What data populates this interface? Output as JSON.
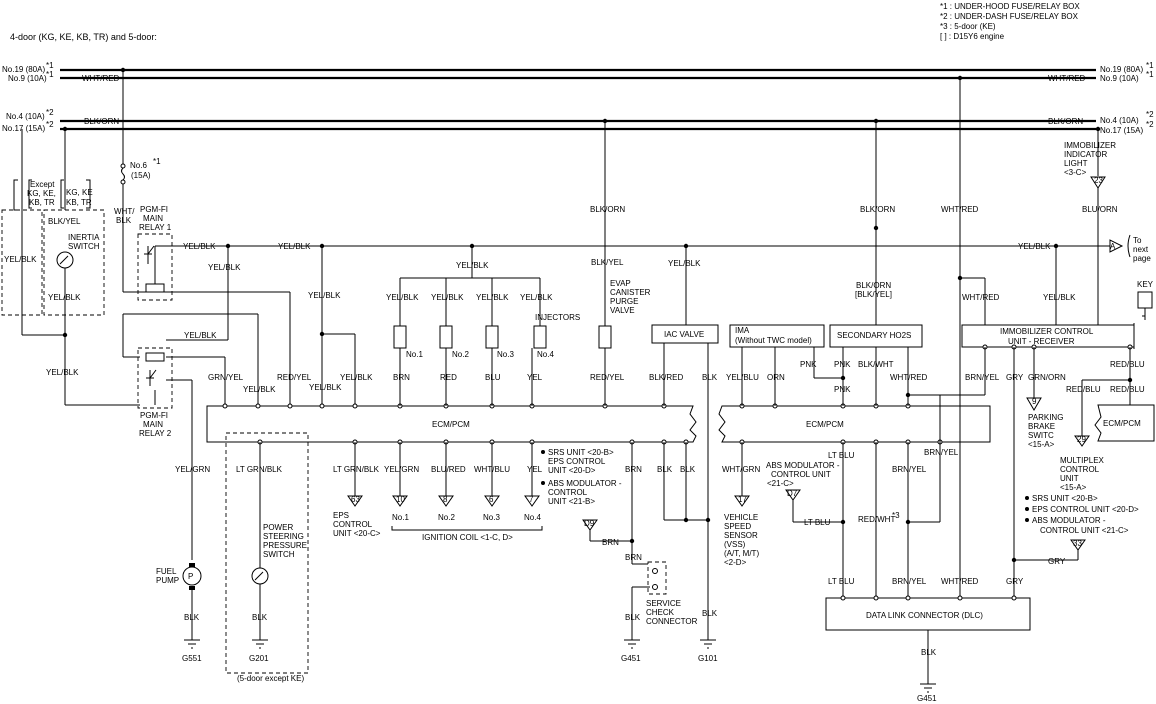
{
  "header": {
    "variant": "4-door (KG, KE, KB, TR) and 5-door:",
    "legend": [
      "*1    : UNDER-HOOD FUSE/RELAY BOX",
      "*2    : UNDER-DASH FUSE/RELAY BOX",
      "*3    : 5-door (KE)",
      "[    ] : D15Y6 engine"
    ]
  },
  "fuses": {
    "no19": "No.19 (80A)",
    "no9": "No.9 (10A)",
    "no4": "No.4 (10A)",
    "no17": "No.17 (15A)",
    "no6": "No.6",
    "no6_rating": "(15A)",
    "mark1": "*1",
    "mark2": "*2"
  },
  "wires": {
    "wht_red": "WHT/RED",
    "blk_orn": "BLK/ORN",
    "yel_blk": "YEL/BLK",
    "blk_yel": "BLK/YEL",
    "blk_yel_alt": "[BLK/YEL]",
    "wht": "WHT/",
    "blk": "BLK",
    "blu_orn": "BLU/ORN",
    "brn": "BRN",
    "red": "RED",
    "blu": "BLU",
    "yel": "YEL",
    "red_yel": "RED/YEL",
    "blk_red": "BLK/RED",
    "yel_blu": "YEL/BLU",
    "orn": "ORN",
    "pnk": "PNK",
    "blk_wht": "BLK/WHT",
    "brn_yel": "BRN/YEL",
    "gry": "GRY",
    "grn_orn": "GRN/ORN",
    "red_blu": "RED/BLU",
    "grn_yel": "GRN/YEL",
    "yel_grn": "YEL/GRN",
    "lt_grn_blk": "LT GRN/BLK",
    "yel_grn2": "YEL/GRN",
    "blu_red": "BLU/RED",
    "wht_blu": "WHT/BLU",
    "wht_grn": "WHT/GRN",
    "lt_blu": "LT BLU",
    "red_wht": "RED/WHT",
    "mark3": "*3"
  },
  "components": {
    "except": "Except",
    "except_models": "KG, KE,",
    "except_models2": "KB, TR",
    "models": "KG, KE",
    "models2": "KB, TR",
    "inertia": "INERTIA",
    "inertia2": "SWITCH",
    "relay1": "PGM-FI",
    "relay1_b": "MAIN",
    "relay1_c": "RELAY 1",
    "relay2": "PGM-FI",
    "relay2_b": "MAIN",
    "relay2_c": "RELAY 2",
    "injectors": "INJECTORS",
    "inj1": "No.1",
    "inj2": "No.2",
    "inj3": "No.3",
    "inj4": "No.4",
    "evap": "EVAP",
    "evap2": "CANISTER",
    "evap3": "PURGE",
    "evap4": "VALVE",
    "iac": "IAC VALVE",
    "ima": "IMA",
    "ima2": "(Without TWC model)",
    "ho2s": "SECONDARY HO2S",
    "immo_unit": "IMMOBILIZER CONTROL",
    "immo_unit2": "UNIT - RECEIVER",
    "immo_light": "IMMOBILIZER",
    "immo_light2": "INDICATOR",
    "immo_light3": "LIGHT",
    "immo_light4": "<3-C>",
    "key": "KEY",
    "to_next": "To",
    "to_next2": "next",
    "to_next3": "page",
    "ecm1": "ECM/PCM",
    "ecm2": "ECM/PCM",
    "ecm3": "ECM/PCM",
    "fuel_pump": "FUEL",
    "fuel_pump2": "PUMP",
    "ps_switch": "POWER",
    "ps_switch2": "STEERING",
    "ps_switch3": "PRESSURE",
    "ps_switch4": "SWITCH",
    "five_door": "(5-door except KE)",
    "eps": "EPS",
    "eps2": "CONTROL",
    "eps3": "UNIT <20-C>",
    "coil1": "No.1",
    "coil2": "No.2",
    "coil3": "No.3",
    "coil4": "No.4",
    "ignition": "IGNITION COIL <1-C, D>",
    "srs_list_a1": "SRS UNIT <20-B>",
    "srs_list_a2": "EPS CONTROL",
    "srs_list_a3": "UNIT <20-D>",
    "srs_list_a4": "ABS MODULATOR -",
    "srs_list_a5": "CONTROL",
    "srs_list_a6": "UNIT <21-B>",
    "scs": "SERVICE",
    "scs2": "CHECK",
    "scs3": "CONNECTOR",
    "vss": "VEHICLE",
    "vss2": "SPEED",
    "vss3": "SENSOR",
    "vss4": "(VSS)",
    "vss5": "(A/T, M/T)",
    "vss6": "<2-D>",
    "abs_mod": "ABS MODULATOR -",
    "abs_mod2": "CONTROL UNIT",
    "abs_mod3": "<21-C>",
    "parking": "PARKING",
    "parking2": "BRAKE",
    "parking3": "SWITC",
    "parking4": "<15-A>",
    "multiplex": "MULTIPLEX",
    "multiplex2": "CONTROL",
    "multiplex3": "UNIT",
    "multiplex4": "<15-A>",
    "srs_list_b1": "SRS UNIT <20-B>",
    "srs_list_b2": "EPS CONTROL UNIT <20-D>",
    "srs_list_b3": "ABS MODULATOR -",
    "srs_list_b4": "CONTROL UNIT <21-C>",
    "dlc": "DATA LINK CONNECTOR (DLC)",
    "g551": "G551",
    "g201": "G201",
    "g451a": "G451",
    "g101": "G101",
    "g451b": "G451"
  },
  "connectors": {
    "c_eps": "63",
    "c_c1": "10",
    "c_c2": "8",
    "c_c3": "6",
    "c_c4": "7",
    "c_immo": "23",
    "c_next": "A",
    "c_vss": "17",
    "c_abs": "D7",
    "c_srs": "D9",
    "c_park": "9",
    "c_mux": "29",
    "c_mux2": "33"
  }
}
